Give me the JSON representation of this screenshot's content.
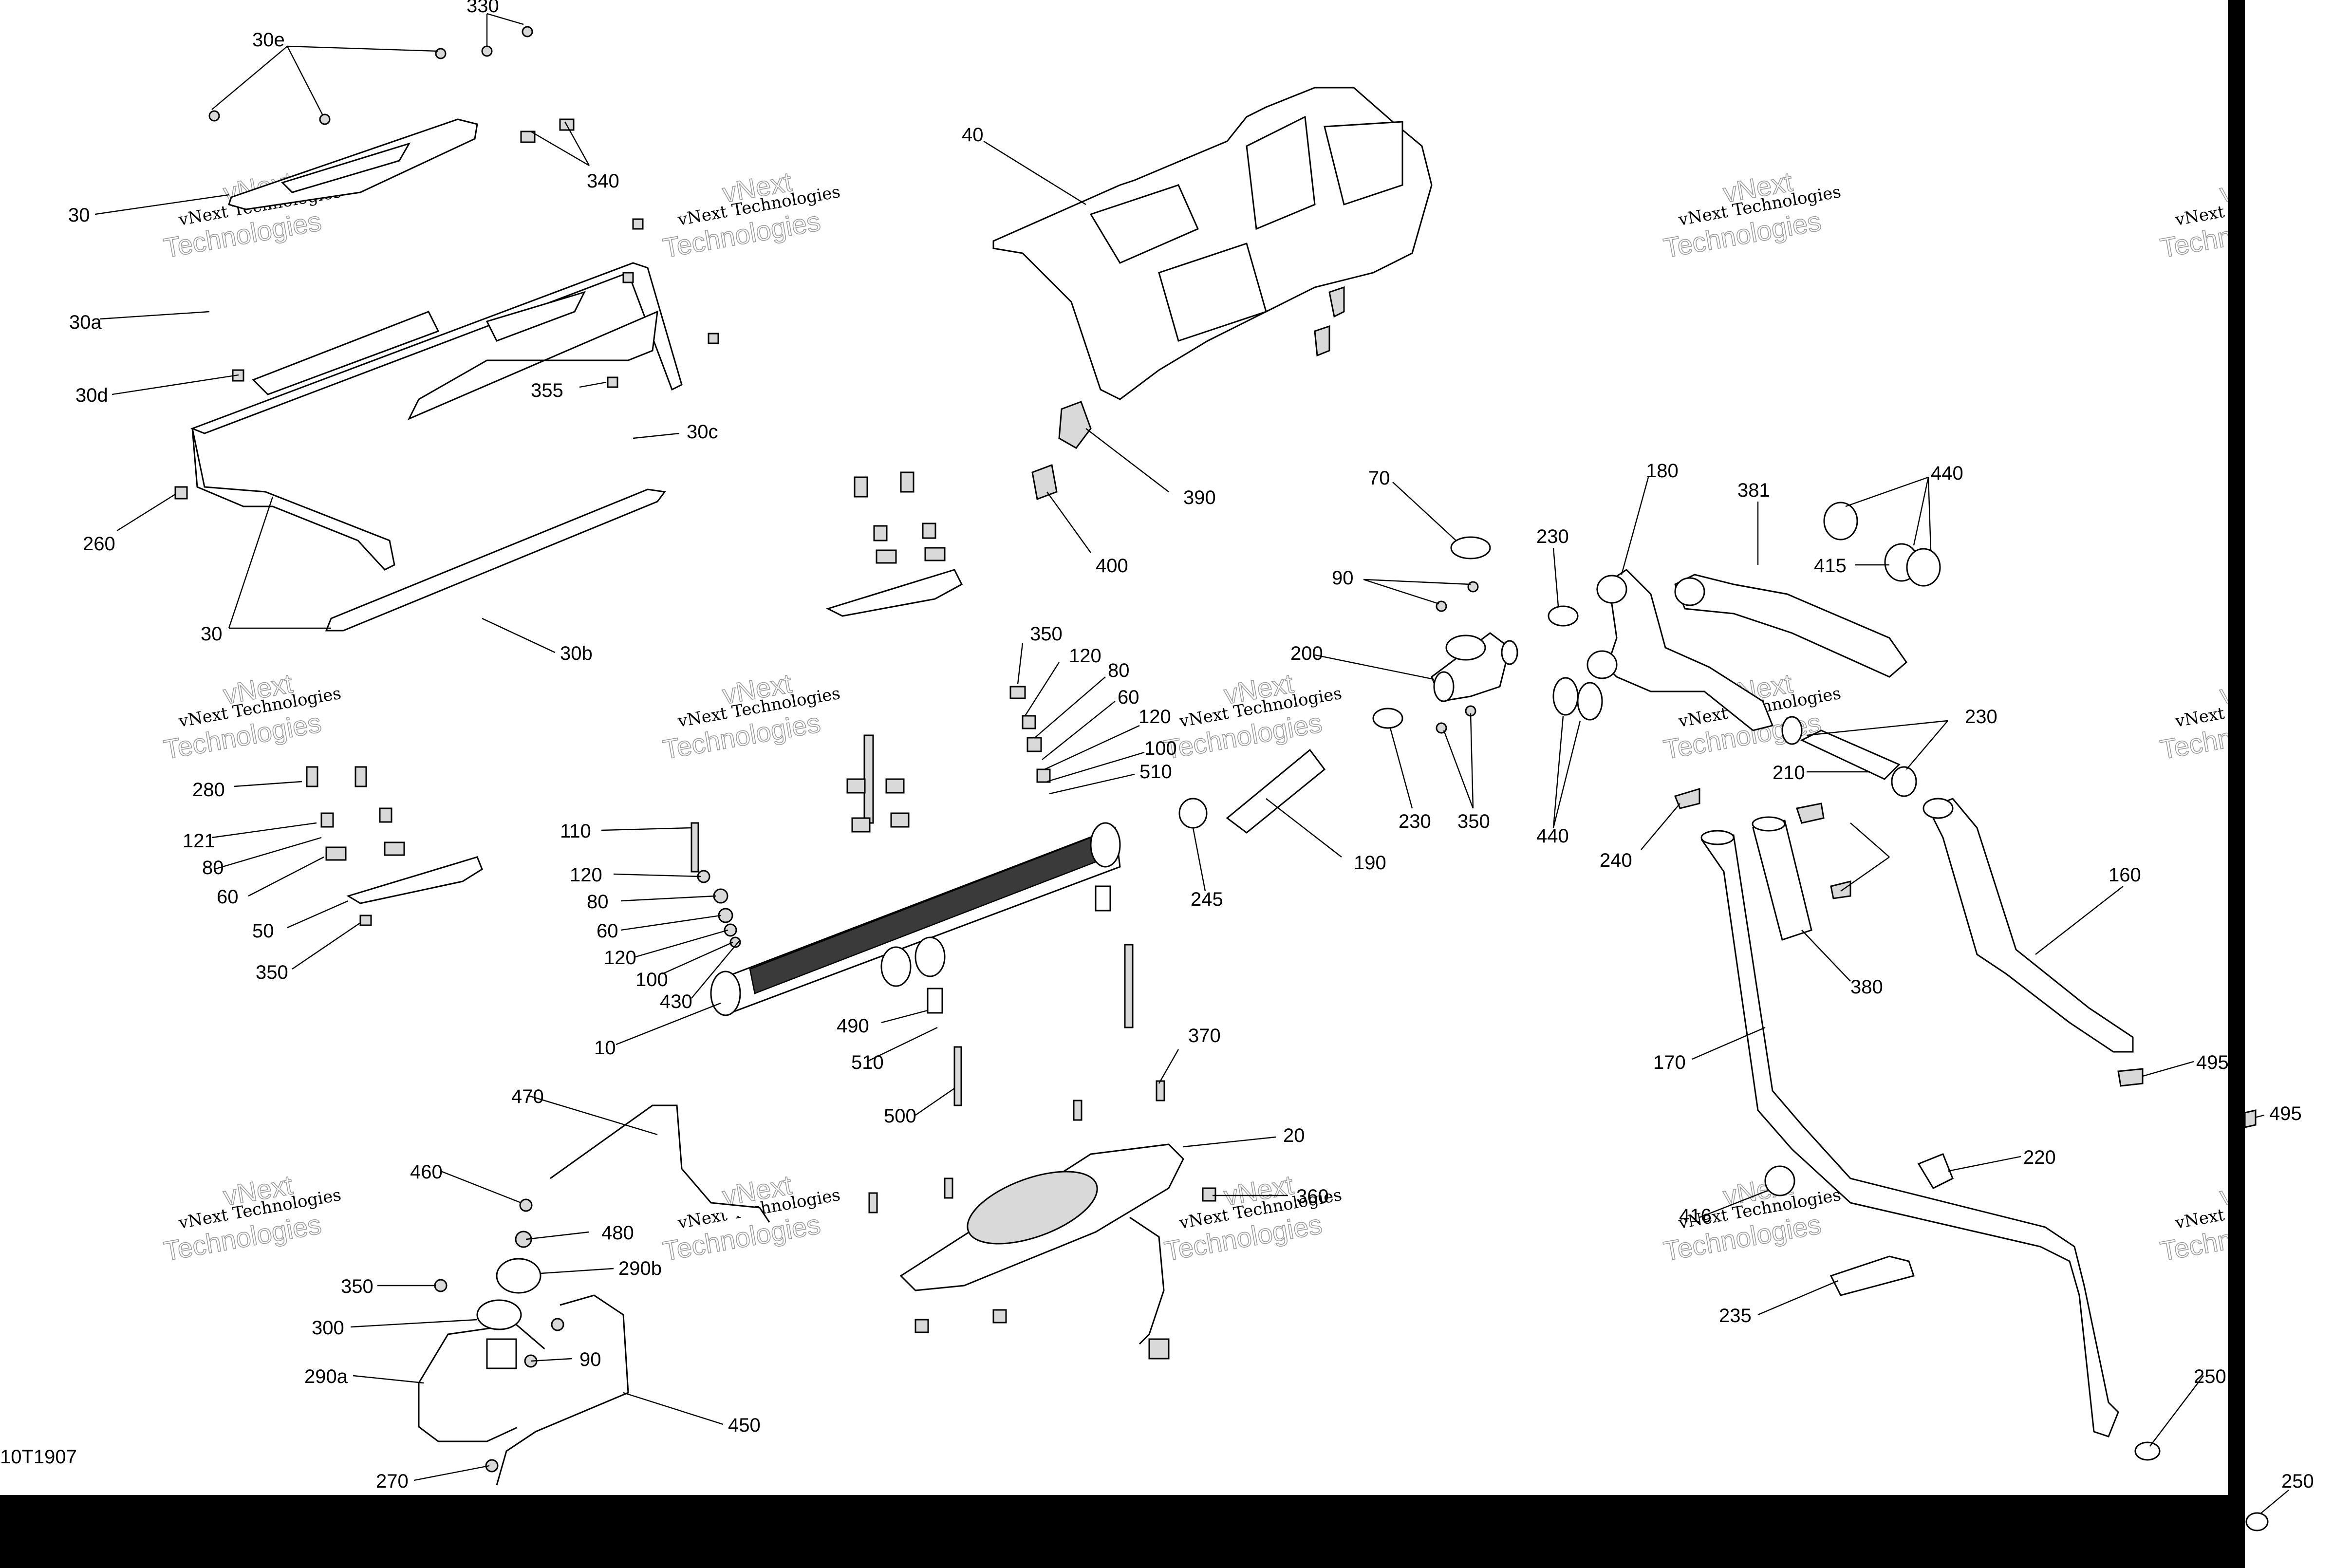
{
  "diagram": {
    "reference_code": "10T1907",
    "watermark": {
      "line1": "vNext Technologies",
      "line2": "vNext",
      "line3": "Technologies"
    },
    "labels": {
      "330": "330",
      "30e": "30e",
      "340": "340",
      "30_top": "30",
      "30a": "30a",
      "30d": "30d",
      "355": "355",
      "30c": "30c",
      "260": "260",
      "30_bottom": "30",
      "30b": "30b",
      "40": "40",
      "390": "390",
      "400": "400",
      "280": "280",
      "121": "121",
      "80_left": "80",
      "60_left": "60",
      "50": "50",
      "350_left": "350",
      "110": "110",
      "120_a": "120",
      "80_mid": "80",
      "60_mid": "60",
      "120_b": "120",
      "100_mid": "100",
      "430": "430",
      "10": "10",
      "350_top": "350",
      "120_c": "120",
      "80_right": "80",
      "60_right": "60",
      "120_d": "120",
      "100_right": "100",
      "510_right": "510",
      "490": "490",
      "510_bottom": "510",
      "500": "500",
      "370": "370",
      "20": "20",
      "360": "360",
      "245": "245",
      "190": "190",
      "70": "70",
      "90_top": "90",
      "200": "200",
      "230_mid": "230",
      "350_mid": "350",
      "230_top": "230",
      "180": "180",
      "381": "381",
      "440_top": "440",
      "415": "415",
      "440_bottom": "440",
      "230_right": "230",
      "210": "210",
      "240": "240",
      "380": "380",
      "160": "160",
      "170": "170",
      "495_a": "495",
      "495_b": "495",
      "220": "220",
      "416": "416",
      "235": "235",
      "250_a": "250",
      "250_b": "250",
      "470": "470",
      "460": "460",
      "480": "480",
      "290b": "290b",
      "350_low": "350",
      "300": "300",
      "90_low": "90",
      "290a": "290a",
      "450": "450",
      "270": "270",
      "partial_0": "0"
    }
  }
}
